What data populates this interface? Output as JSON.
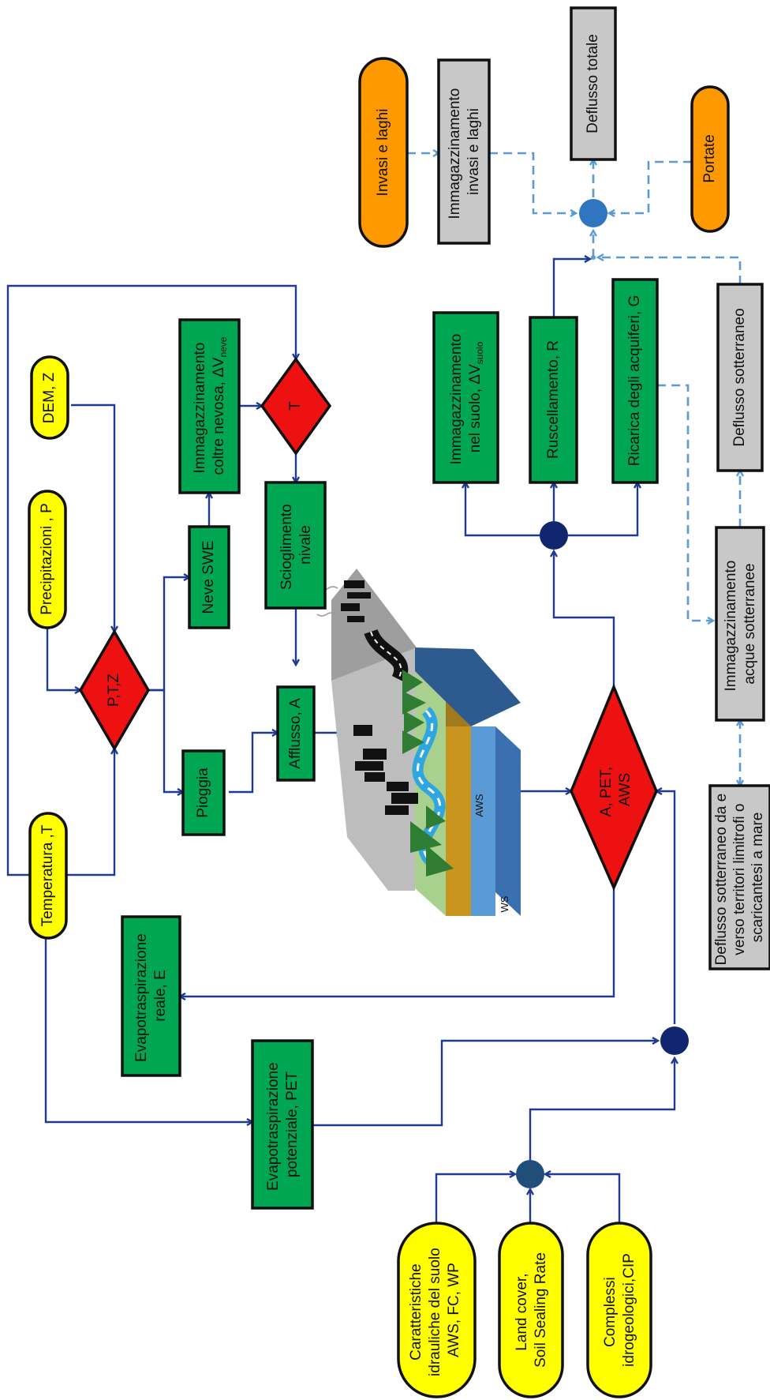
{
  "inputs": {
    "temperatura": "Temperatura ,T",
    "precipitazioni": "Precipitazioni , P",
    "dem": "DEM, Z",
    "caratteristiche": [
      "Caratteristiche",
      "idrauliche del suolo",
      "AWS, FC, WP"
    ],
    "land_cover": [
      "Land cover,",
      "Soil Sealing Rate"
    ],
    "complessi": [
      "Complessi",
      "idrogeologici,CIP"
    ],
    "invasi": "Invasi e laghi",
    "portate": "Portate"
  },
  "decisions": {
    "ptz": "P,T,Z",
    "t": "T",
    "a_pet_aws": [
      "A, PET,",
      "AWS"
    ]
  },
  "processes": {
    "pioggia": "Pioggia",
    "neve_swe": "Neve SWE",
    "immagazzinamento_neve": [
      "Immagazzinamento",
      "coltre nevosa, ΔV"
    ],
    "neve_sub": "neve",
    "scioglimento": [
      "Scioglimento",
      "nivale"
    ],
    "afflusso": "Afflusso, A",
    "evapo_reale": [
      "Evapotraspirazione",
      "reale, E"
    ],
    "evapo_potenziale": [
      "Evapotraspirazione",
      "potenziale, PET"
    ],
    "immagazzinamento_suolo": [
      "Immagazzinamento",
      "nel suolo, ΔV"
    ],
    "suolo_sub": "suolo",
    "ruscellamento": "Ruscellamento, R",
    "ricarica": "Ricarica degli acquiferi, G"
  },
  "storage": {
    "immagazzinamento_invasi": [
      "Immagazzinamento",
      "invasi e laghi"
    ],
    "deflusso_totale": "Deflusso totale",
    "deflusso_sotterraneo": "Deflusso sotterraneo",
    "immagazzinamento_sotterranee": [
      "Immagazzinamento",
      "acque sotterranee"
    ],
    "deflusso_territori": [
      "Deflusso sotterraneo da e",
      "verso territori limitrofi  o",
      "scaricantesi  a mare"
    ]
  },
  "landscape": {
    "aws": "AWS",
    "ws": "WS"
  },
  "colors": {
    "yellow": "#ffff00",
    "orange": "#ff9900",
    "green": "#00a651",
    "red": "#ee1111",
    "gray": "#c8c8c8",
    "arrow_dark": "#1f3a93",
    "arrow_light": "#5b9bd5",
    "node_dark": "#10266e",
    "node_blue": "#2f75c0"
  }
}
